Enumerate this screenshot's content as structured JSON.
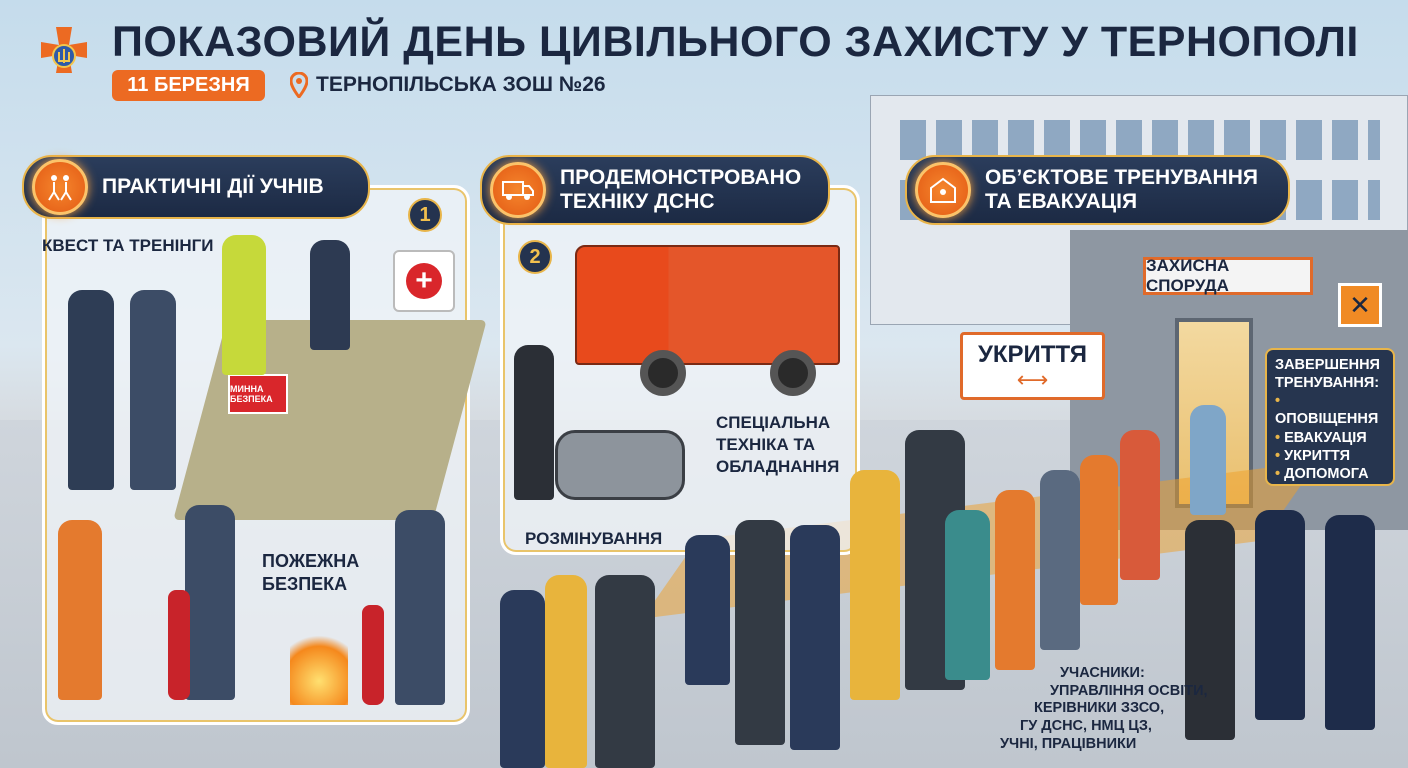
{
  "header": {
    "title": "ПОКАЗОВИЙ ДЕНЬ ЦИВІЛЬНОГО ЗАХИСТУ У ТЕРНОПОЛІ",
    "date": "11 БЕРЕЗНЯ",
    "location": "ТЕРНОПІЛЬСЬКА ЗОШ №26"
  },
  "sections": [
    {
      "title": "ПРАКТИЧНІ ДІЇ УЧНІВ",
      "number": "1",
      "labels": {
        "quest": "КВЕСТ ТА ТРЕНІНГИ",
        "mine_sign": "МИННА БЕЗПЕКА",
        "fire_line1": "ПОЖЕЖНА",
        "fire_line2": "БЕЗПЕКА"
      }
    },
    {
      "title_line1": "ПРОДЕМОНСТРОВАНО",
      "title_line2": "ТЕХНІКУ ДСНС",
      "number": "2",
      "labels": {
        "equip_line1": "СПЕЦІАЛЬНА",
        "equip_line2": "ТЕХНІКА ТА",
        "equip_line3": "ОБЛАДНАННЯ",
        "demining": "РОЗМІНУВАННЯ"
      }
    },
    {
      "title_line1": "ОБ’ЄКТОВЕ ТРЕНУВАННЯ",
      "title_line2": "ТА ЕВАКУАЦІЯ",
      "labels": {
        "shelter_sign": "УКРИТТЯ",
        "protective": "ЗАХИСНА СПОРУДА"
      }
    }
  ],
  "completion": {
    "title_line1": "ЗАВЕРШЕННЯ",
    "title_line2": "ТРЕНУВАННЯ:",
    "items": [
      "ОПОВІЩЕННЯ",
      "ЕВАКУАЦІЯ",
      "УКРИТТЯ",
      "ДОПОМОГА"
    ]
  },
  "participants": {
    "line1": "УЧАСНИКИ:",
    "line2": "УПРАВЛІННЯ ОСВІТИ,",
    "line3": "КЕРІВНИКИ ЗЗСО,",
    "line4": "ГУ ДСНС, НМЦ ЦЗ,",
    "line5": "УЧНІ, ПРАЦІВНИКИ"
  },
  "colors": {
    "accent": "#ec6a22",
    "navy": "#1c2a44",
    "gold": "#e8b54a"
  }
}
